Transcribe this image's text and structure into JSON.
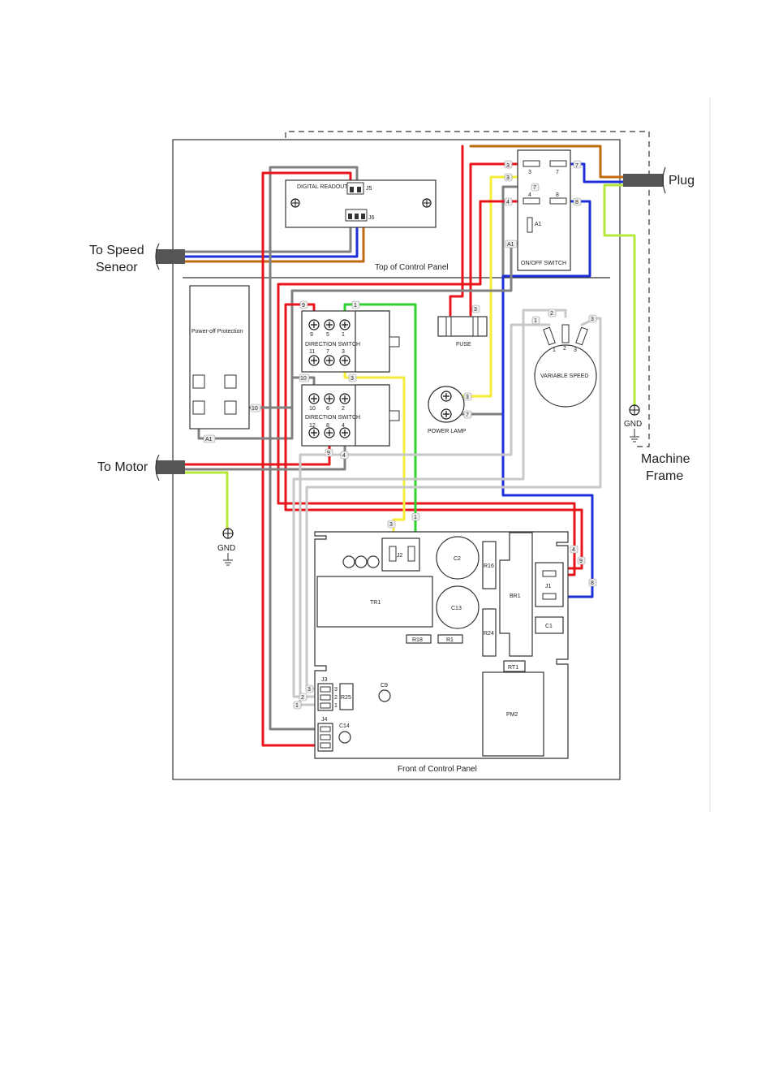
{
  "labels": {
    "plug": "Plug",
    "speed_sensor": [
      "To Speed",
      "Seneor"
    ],
    "motor": "To Motor",
    "machine_frame": [
      "Machine",
      "Frame"
    ],
    "gnd": "GND",
    "top_panel": "Top of Control Panel",
    "front_panel": "Front of Control Panel",
    "digital_readout": "DIGITAL READOUT",
    "j5": "J5",
    "j6": "J6",
    "onoff_switch": "ON/OFF SWITCH",
    "a1": "A1",
    "power_off": "Power-off Protection",
    "direction_switch": "DIRECTION SWITCH",
    "fuse": "FUSE",
    "power_lamp": "POWER LAMP",
    "variable_speed": "VARIABLE SPEED",
    "components": {
      "j2": "J2",
      "c2": "C2",
      "r16": "R16",
      "br1": "BR1",
      "j1": "J1",
      "tr1": "TR1",
      "c13": "C13",
      "r24": "R24",
      "c1": "C1",
      "r18": "R18",
      "r1": "R1",
      "rt1": "RT1",
      "j3": "J3",
      "r25": "R25",
      "c9": "C9",
      "j4": "J4",
      "c14": "C14",
      "pm2": "PM2"
    }
  },
  "pin_numbers": {
    "sw_top_row1": [
      "9",
      "5",
      "1"
    ],
    "sw_top_row2": [
      "11",
      "7",
      "3"
    ],
    "sw_bot_row1": [
      "10",
      "6",
      "2"
    ],
    "sw_bot_row2": [
      "12",
      "8",
      "4"
    ],
    "onoff_left": [
      "3",
      "4"
    ],
    "onoff_right": [
      "7",
      "8"
    ],
    "vs_pins": [
      "1",
      "2",
      "3"
    ],
    "j3_pins": [
      "3",
      "2",
      "1"
    ]
  },
  "wire_tags": {
    "t3a": "3",
    "t7a": "7",
    "t3b": "3",
    "t4a": "4",
    "t8a": "8",
    "tA1": "A1",
    "t9": "9",
    "t1a": "1",
    "t3c": "3",
    "t10": "10",
    "t10b": "10",
    "tA1b": "A1",
    "t3d": "3",
    "t7b": "7",
    "t2": "2",
    "t1b": "1",
    "t3e": "3",
    "t9b": "9",
    "t4b": "4",
    "t4c": "4",
    "t9c": "9",
    "t8b": "8",
    "t3f": "3",
    "t1c": "1",
    "j3t3": "3",
    "j3t2": "2",
    "j3t1": "1",
    "t3g": "3"
  },
  "colors": {
    "red": "#e8141c",
    "yellow": "#f4ee3a",
    "green": "#2fd12f",
    "blue": "#1c2fd8",
    "gray": "#808080",
    "lightgray": "#c8c8c8",
    "orange": "#c06a10",
    "greenyellow": "#b5e83a"
  }
}
